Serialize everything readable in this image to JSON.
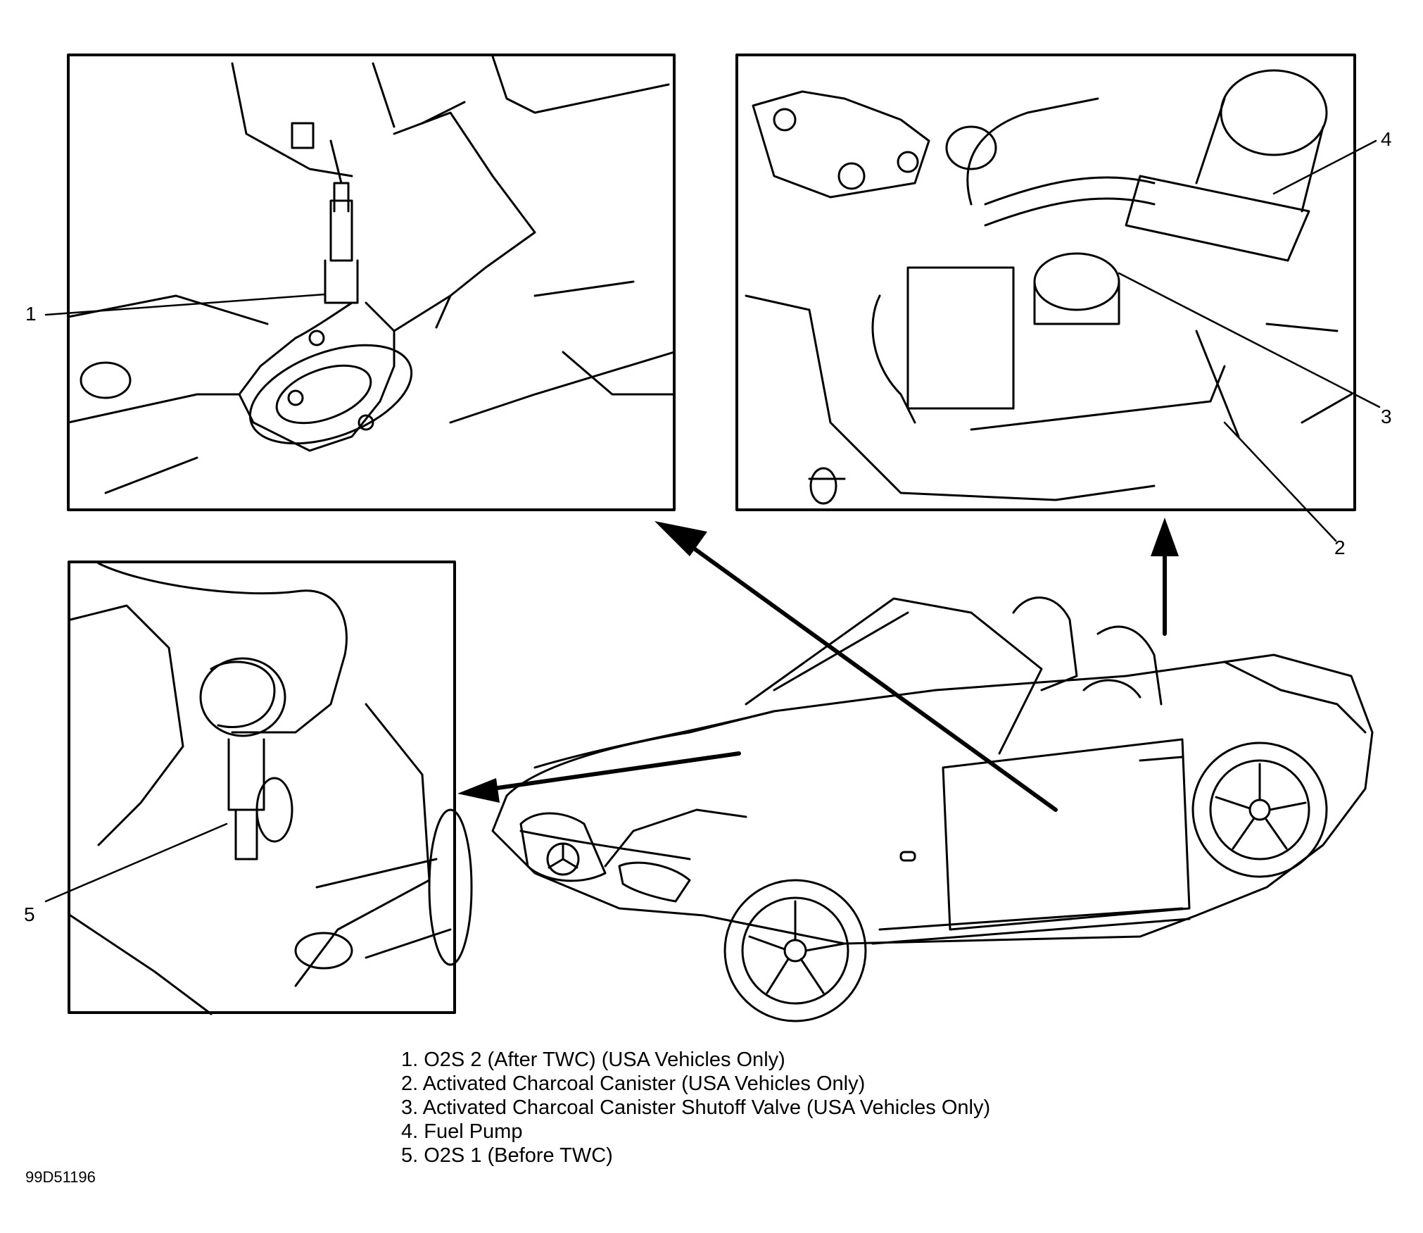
{
  "callouts": [
    {
      "id": "1",
      "label": "1"
    },
    {
      "id": "2",
      "label": "2"
    },
    {
      "id": "3",
      "label": "3"
    },
    {
      "id": "4",
      "label": "4"
    },
    {
      "id": "5",
      "label": "5"
    }
  ],
  "legend": [
    "1. O2S 2 (After TWC) (USA Vehicles Only)",
    "2. Activated Charcoal Canister (USA Vehicles Only)",
    "3. Activated Charcoal Canister Shutoff Valve (USA Vehicles Only)",
    "4. Fuel Pump",
    "5. O2S 1 (Before TWC)"
  ],
  "figure_id": "99D51196",
  "colors": {
    "line": "#000000",
    "background": "#ffffff"
  }
}
